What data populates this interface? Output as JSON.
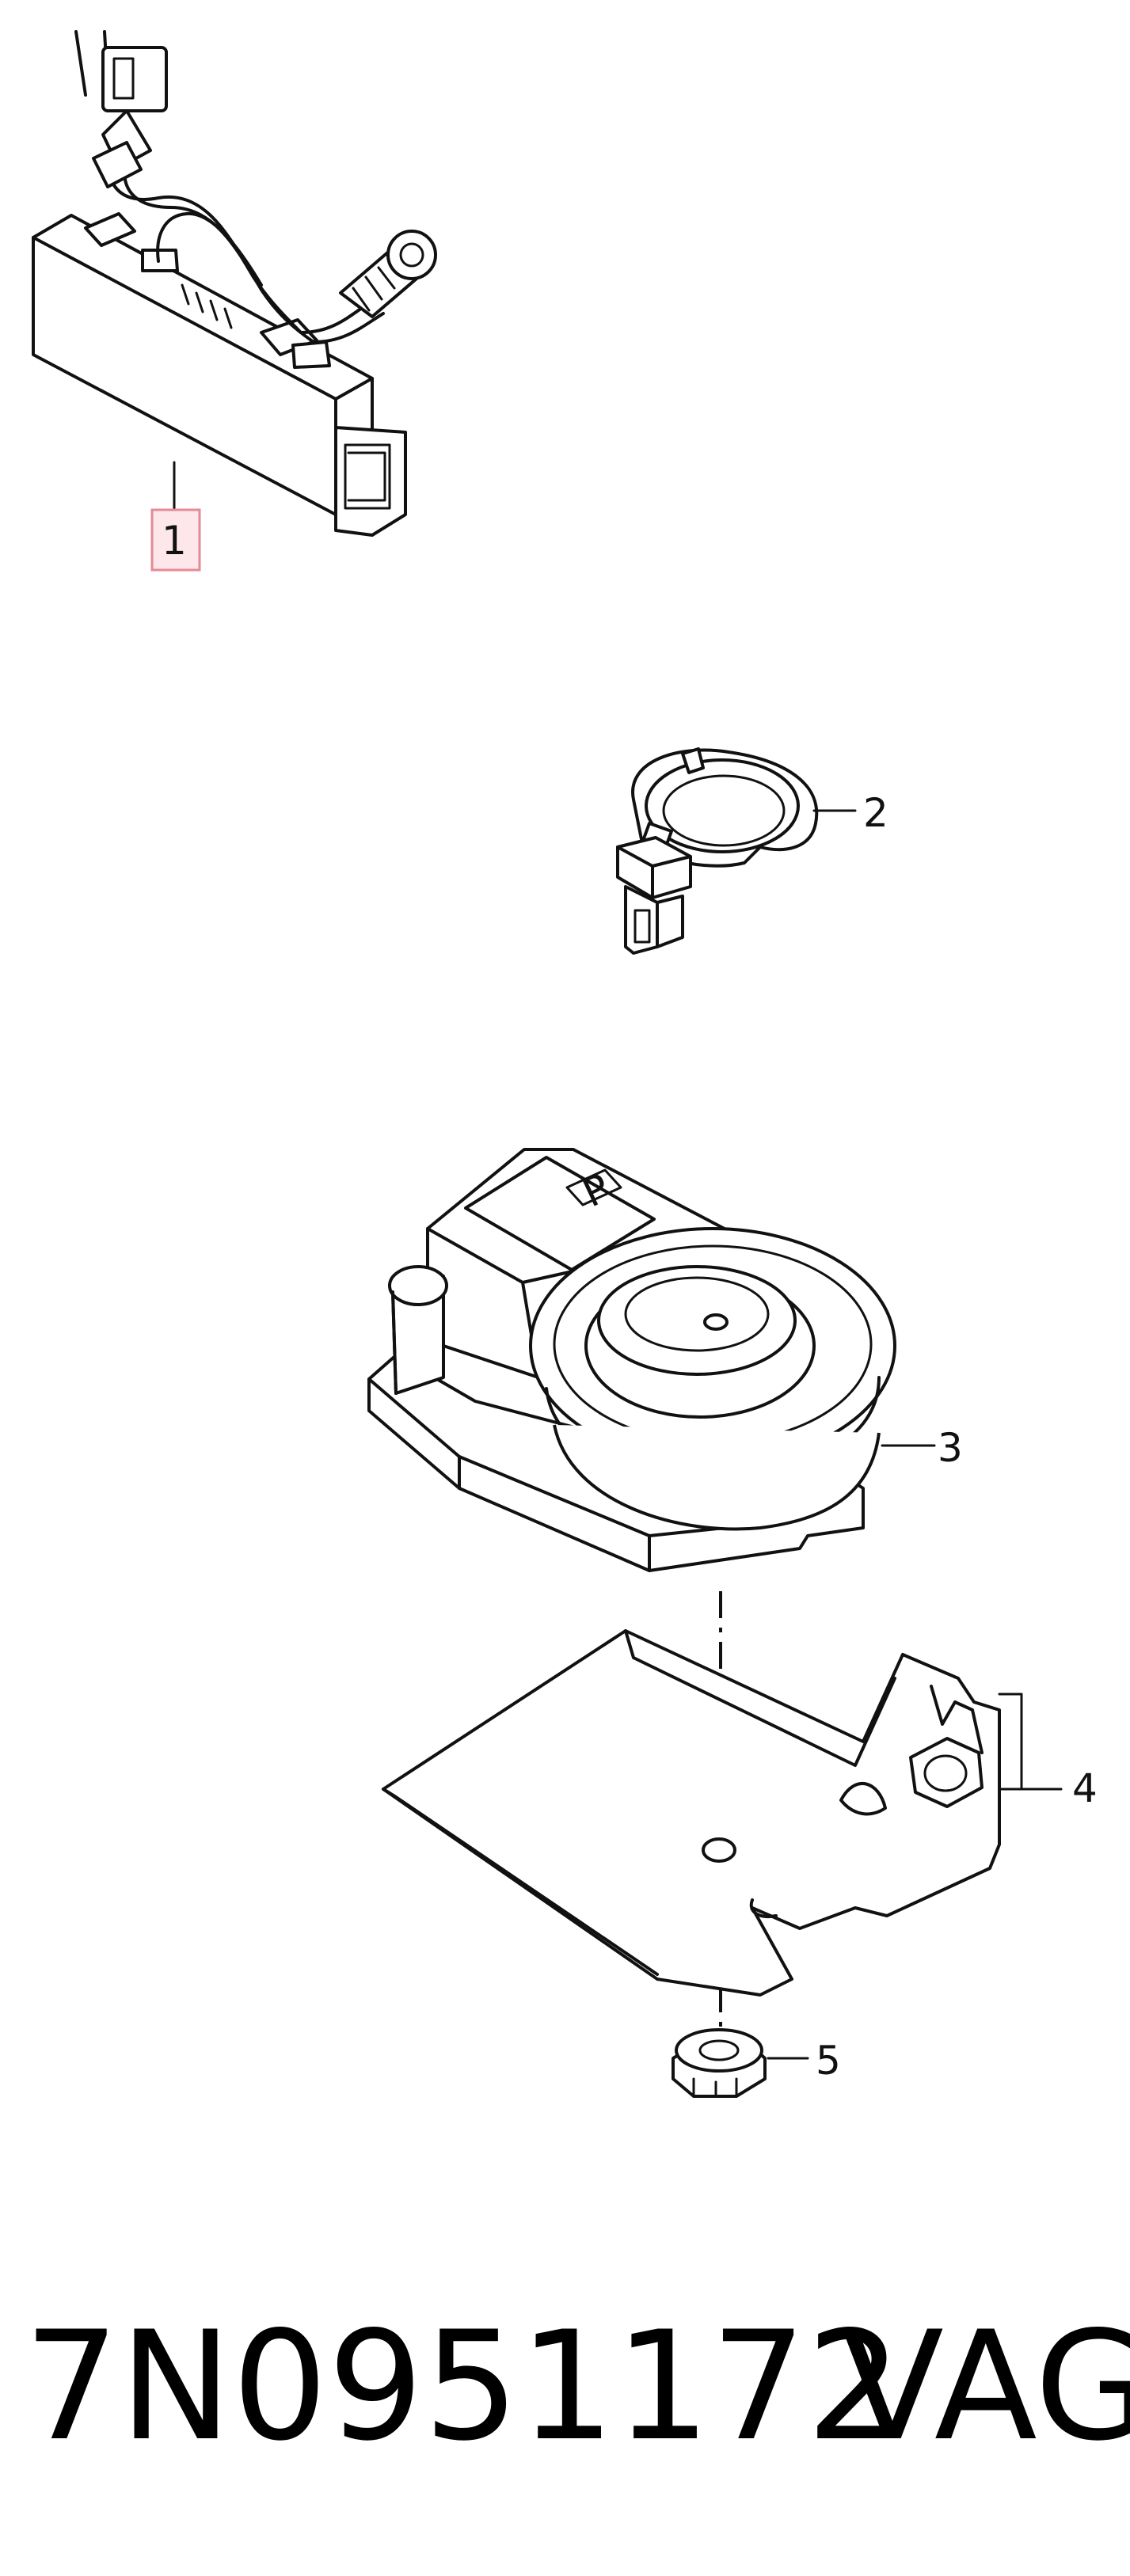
{
  "callouts": [
    {
      "number": "1",
      "highlighted": true
    },
    {
      "number": "2",
      "highlighted": false
    },
    {
      "number": "3",
      "highlighted": false
    },
    {
      "number": "4",
      "highlighted": false
    },
    {
      "number": "5",
      "highlighted": false
    }
  ],
  "horn_symbol": "P",
  "footer": {
    "part_number": "7N0951172",
    "brand": "VAG"
  },
  "colors": {
    "line": "#111111",
    "highlight_fill": "#fde7ea",
    "highlight_stroke": "#e58a96"
  }
}
